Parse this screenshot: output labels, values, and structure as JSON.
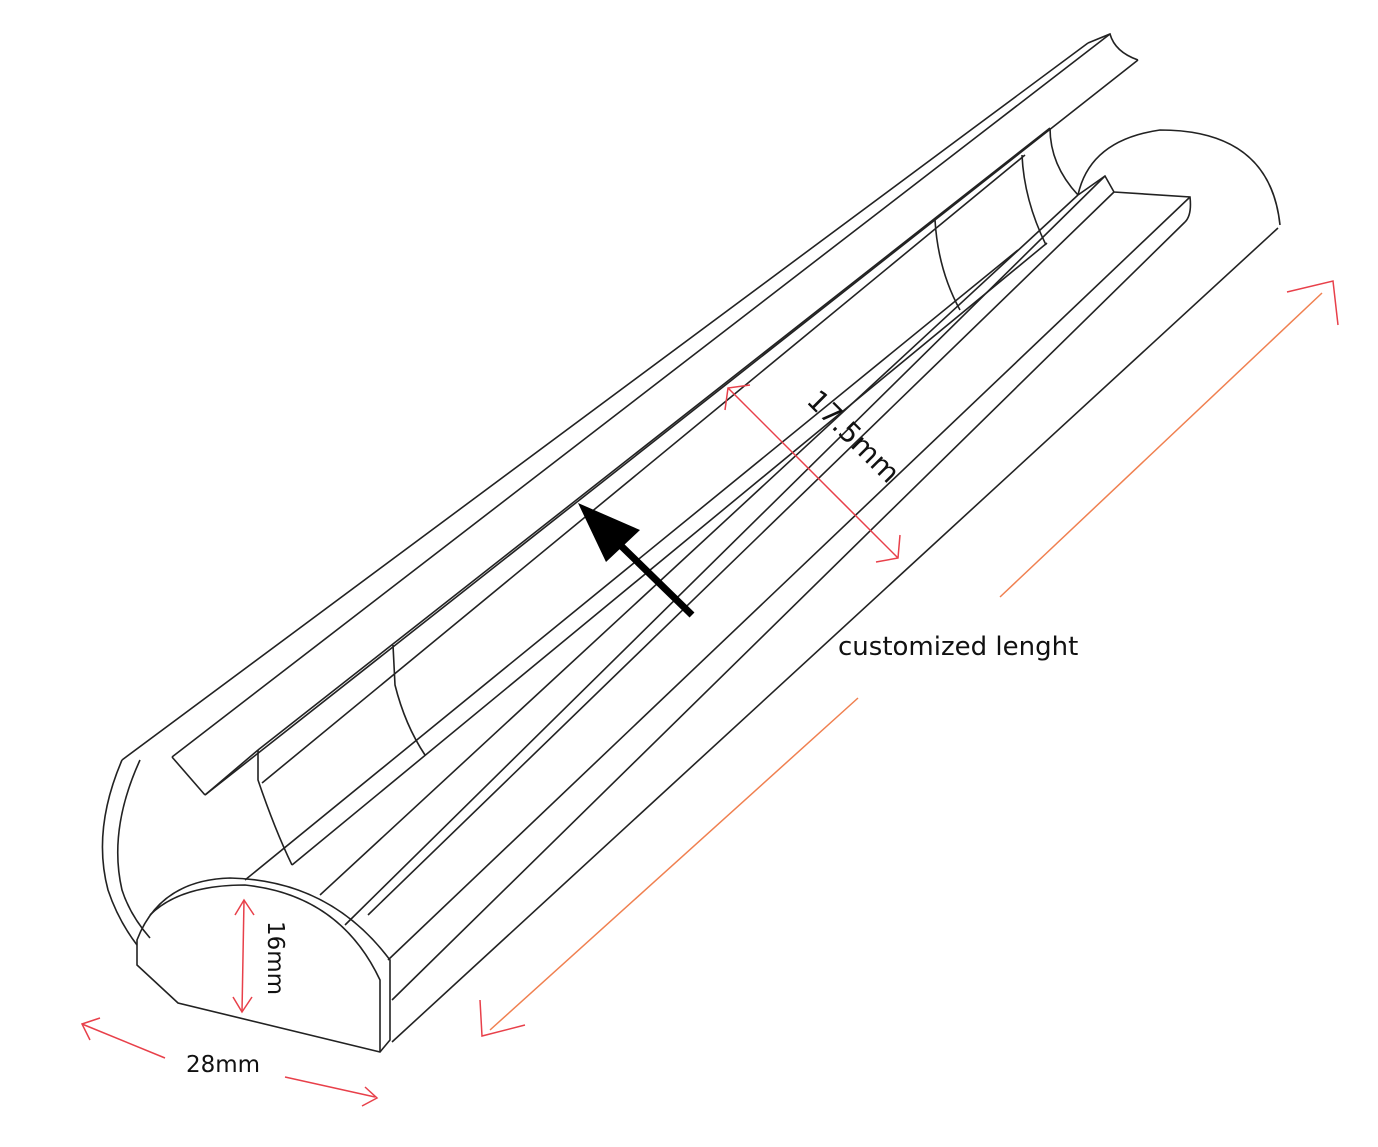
{
  "dimensions": {
    "width_label": "28mm",
    "height_label": "16mm",
    "inner_width_label": "17.5mm",
    "length_label": "customized lenght"
  },
  "colors": {
    "outline": "#222222",
    "dimension_red": "#e8404a",
    "length_orange": "#f08050",
    "arrow": "#000000"
  }
}
